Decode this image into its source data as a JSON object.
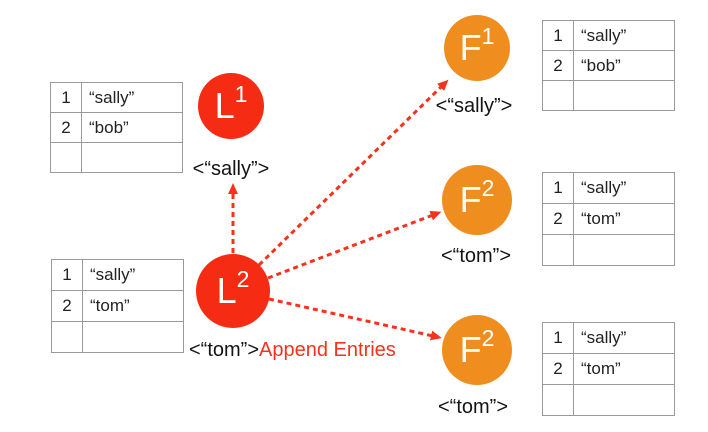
{
  "colors": {
    "node_red": "#F62B13",
    "node_orange": "#EF8E1F",
    "arrow_red": "#F5321C",
    "value_blue": "#3477C6",
    "value_red": "#EF3826",
    "label_black": "#141414",
    "table_border": "#9A9A9A",
    "background": "#FFFFFF"
  },
  "nodes": {
    "L1": {
      "base": "L",
      "sup": "1",
      "label": "<“sally”>"
    },
    "L2": {
      "base": "L",
      "sup": "2",
      "label": "<“tom”>"
    },
    "F1": {
      "base": "F",
      "sup": "1",
      "label": "<“sally”>"
    },
    "F2_middle": {
      "base": "F",
      "sup": "2",
      "label": "<“tom”>"
    },
    "F2_bottom": {
      "base": "F",
      "sup": "2",
      "label": "<“tom”>"
    }
  },
  "annotation": "Append Entries",
  "tables": {
    "leader1": {
      "rows": [
        {
          "index": "1",
          "value": "“sally”",
          "color": "blue"
        },
        {
          "index": "2",
          "value": "“bob”",
          "color": "red"
        },
        {
          "index": "",
          "value": "",
          "color": "none"
        }
      ]
    },
    "leader2": {
      "rows": [
        {
          "index": "1",
          "value": "“sally”",
          "color": "blue"
        },
        {
          "index": "2",
          "value": "“tom”",
          "color": "blue"
        },
        {
          "index": "",
          "value": "",
          "color": "none"
        }
      ]
    },
    "follower1": {
      "rows": [
        {
          "index": "1",
          "value": "“sally”",
          "color": "blue"
        },
        {
          "index": "2",
          "value": "“bob”",
          "color": "red"
        },
        {
          "index": "",
          "value": "",
          "color": "none"
        }
      ]
    },
    "follower2_middle": {
      "rows": [
        {
          "index": "1",
          "value": "“sally”",
          "color": "blue"
        },
        {
          "index": "2",
          "value": "“tom”",
          "color": "blue"
        },
        {
          "index": "",
          "value": "",
          "color": "none"
        }
      ]
    },
    "follower2_bottom": {
      "rows": [
        {
          "index": "1",
          "value": "“sally”",
          "color": "blue"
        },
        {
          "index": "2",
          "value": "“tom”",
          "color": "blue"
        },
        {
          "index": "",
          "value": "",
          "color": "none"
        }
      ]
    }
  },
  "arrows": [
    {
      "from": "L2",
      "to": "L1-vote-label"
    },
    {
      "from": "L2",
      "to": "F1"
    },
    {
      "from": "L2",
      "to": "F2-middle"
    },
    {
      "from": "L2",
      "to": "F2-bottom"
    }
  ]
}
